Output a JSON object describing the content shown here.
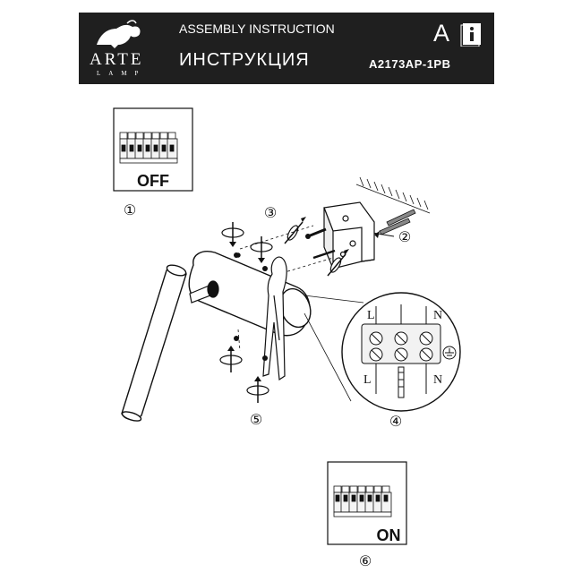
{
  "header": {
    "brand": "ARTE",
    "brand_sub": "LAMP",
    "title_en": "ASSEMBLY INSTRUCTION",
    "title_ru": "ИНСТРУКЦИЯ",
    "lang_letter": "A",
    "model_code": "A2173AP-1PB",
    "manual_icon": "manual-book-icon"
  },
  "steps": {
    "s1": {
      "number": "①",
      "switch_label": "OFF"
    },
    "s2": {
      "number": "②"
    },
    "s3": {
      "number": "③"
    },
    "s4": {
      "number": "④"
    },
    "s5": {
      "number": "⑤"
    },
    "s6": {
      "number": "⑥",
      "switch_label": "ON"
    }
  },
  "terminal": {
    "top_left": "L",
    "top_right": "N",
    "bottom_left": "L",
    "bottom_right": "N"
  }
}
